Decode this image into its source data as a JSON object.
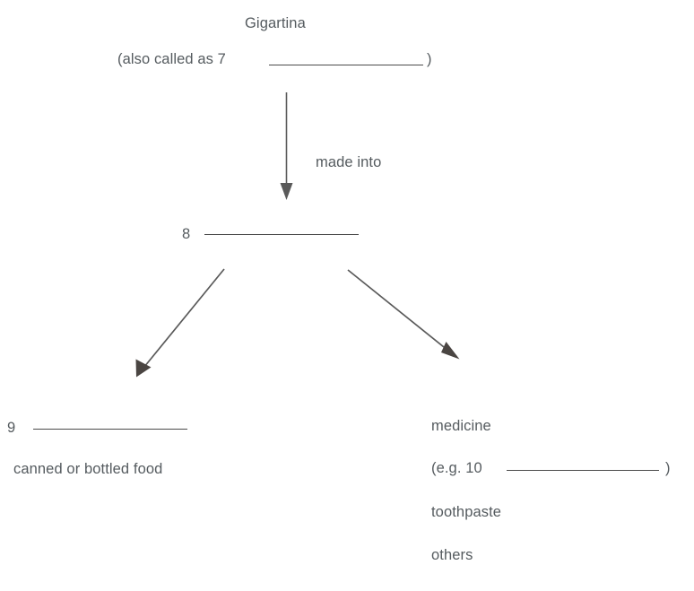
{
  "diagram": {
    "title": "Gigartina",
    "line_color": "#4b4b4b",
    "text_color": "#555b5f",
    "background": "#ffffff",
    "nodes": {
      "source": {
        "name_label": "Gigartina",
        "alias_prefix": "(also called as 7",
        "alias_blank_number": "7",
        "alias_suffix": ")"
      },
      "product": {
        "number": "8",
        "blank": true
      },
      "branch_food": {
        "number": "9",
        "blank": true,
        "detail": "canned or bottled food"
      },
      "branch_medicine": {
        "label": "medicine",
        "example_prefix": "(e.g. 10",
        "example_blank_number": "10",
        "example_suffix": ")",
        "item_2": "toothpaste",
        "item_3": "others"
      }
    },
    "edges": {
      "made_into_label": "made into"
    }
  }
}
